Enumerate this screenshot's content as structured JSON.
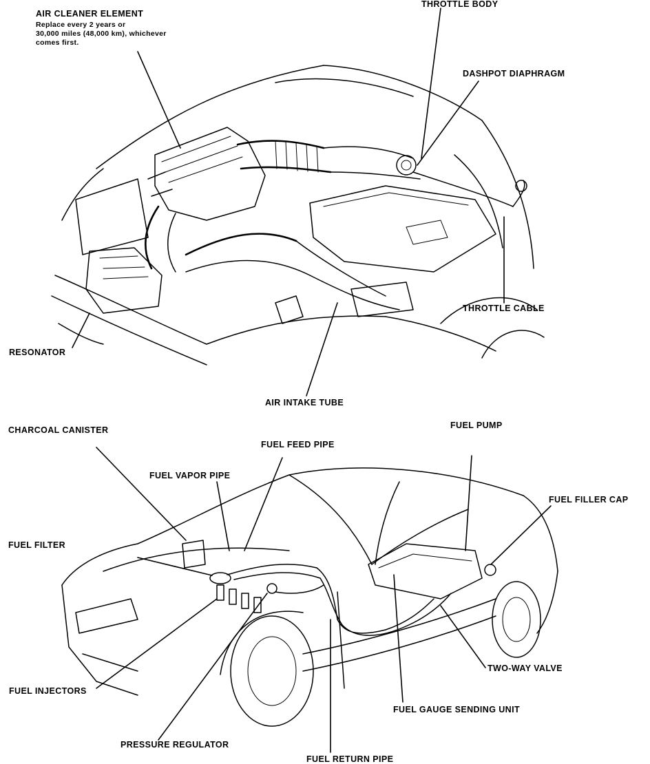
{
  "top_diagram": {
    "labels": {
      "air_cleaner_element": "AIR CLEANER ELEMENT",
      "air_cleaner_note_line1": "Replace every 2 years or",
      "air_cleaner_note_line2": "30,000 miles (48,000 km), whichever",
      "air_cleaner_note_line3": "comes first.",
      "throttle_body": "THROTTLE BODY",
      "dashpot_diaphragm": "DASHPOT DIAPHRAGM",
      "throttle_cable": "THROTTLE CABLE",
      "resonator": "RESONATOR",
      "air_intake_tube": "AIR INTAKE TUBE"
    }
  },
  "bottom_diagram": {
    "labels": {
      "charcoal_canister": "CHARCOAL CANISTER",
      "fuel_feed_pipe": "FUEL FEED PIPE",
      "fuel_pump": "FUEL PUMP",
      "fuel_vapor_pipe": "FUEL VAPOR PIPE",
      "fuel_filler_cap": "FUEL FILLER CAP",
      "fuel_filter": "FUEL FILTER",
      "two_way_valve": "TWO-WAY VALVE",
      "fuel_injectors": "FUEL INJECTORS",
      "fuel_gauge_sending_unit": "FUEL GAUGE SENDING UNIT",
      "pressure_regulator": "PRESSURE REGULATOR",
      "fuel_return_pipe": "FUEL RETURN PIPE"
    }
  }
}
